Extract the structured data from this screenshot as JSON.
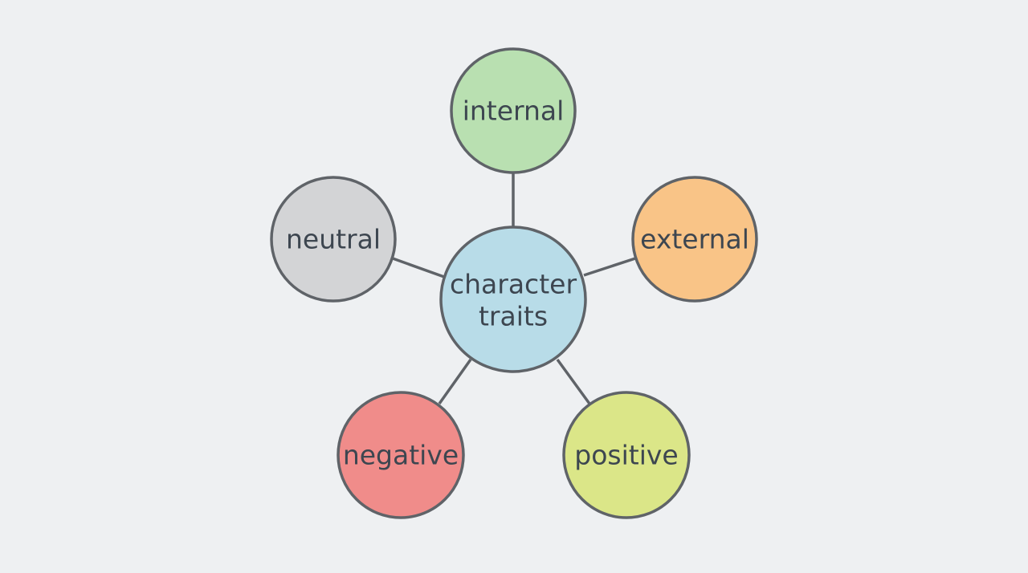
{
  "center": {
    "line1": "character",
    "line2": "traits",
    "color": "#b8dce8"
  },
  "nodes": {
    "internal": {
      "label": "internal",
      "color": "#b9e0b1"
    },
    "external": {
      "label": "external",
      "color": "#f9c487"
    },
    "neutral": {
      "label": "neutral",
      "color": "#d3d4d6"
    },
    "negative": {
      "label": "negative",
      "color": "#f08c8a"
    },
    "positive": {
      "label": "positive",
      "color": "#dbe688"
    }
  },
  "colors": {
    "background": "#eef0f2",
    "stroke": "#5f6368",
    "text": "#3d4650"
  }
}
